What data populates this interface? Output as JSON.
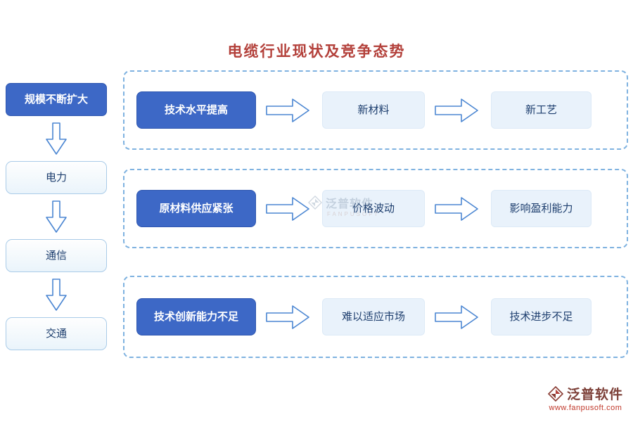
{
  "title": "电缆行业现状及竞争态势",
  "left_flow": {
    "head": "规模不断扩大",
    "items": [
      "电力",
      "通信",
      "交通"
    ]
  },
  "rows": [
    {
      "cause": "技术水平提高",
      "effect1": "新材料",
      "effect2": "新工艺"
    },
    {
      "cause": "原材料供应紧张",
      "effect1": "价格波动",
      "effect2": "影响盈利能力"
    },
    {
      "cause": "技术创新能力不足",
      "effect1": "难以适应市场",
      "effect2": "技术进步不足"
    }
  ],
  "watermark": {
    "brand": "泛普软件",
    "sub": "FANPUSOFT"
  },
  "footer": {
    "brand": "泛普软件",
    "url": "www.fanpusoft.com"
  },
  "colors": {
    "primary_blue": "#3d68c6",
    "light_blue_fill": "#e9f2fb",
    "left_box_border": "#a9cbe8",
    "dashed_border": "#7fb2e0",
    "arrow_outline": "#4b86d2",
    "title_red": "#b3403a",
    "brand_red": "#c0392b",
    "text_navy": "#1d3e6e"
  }
}
